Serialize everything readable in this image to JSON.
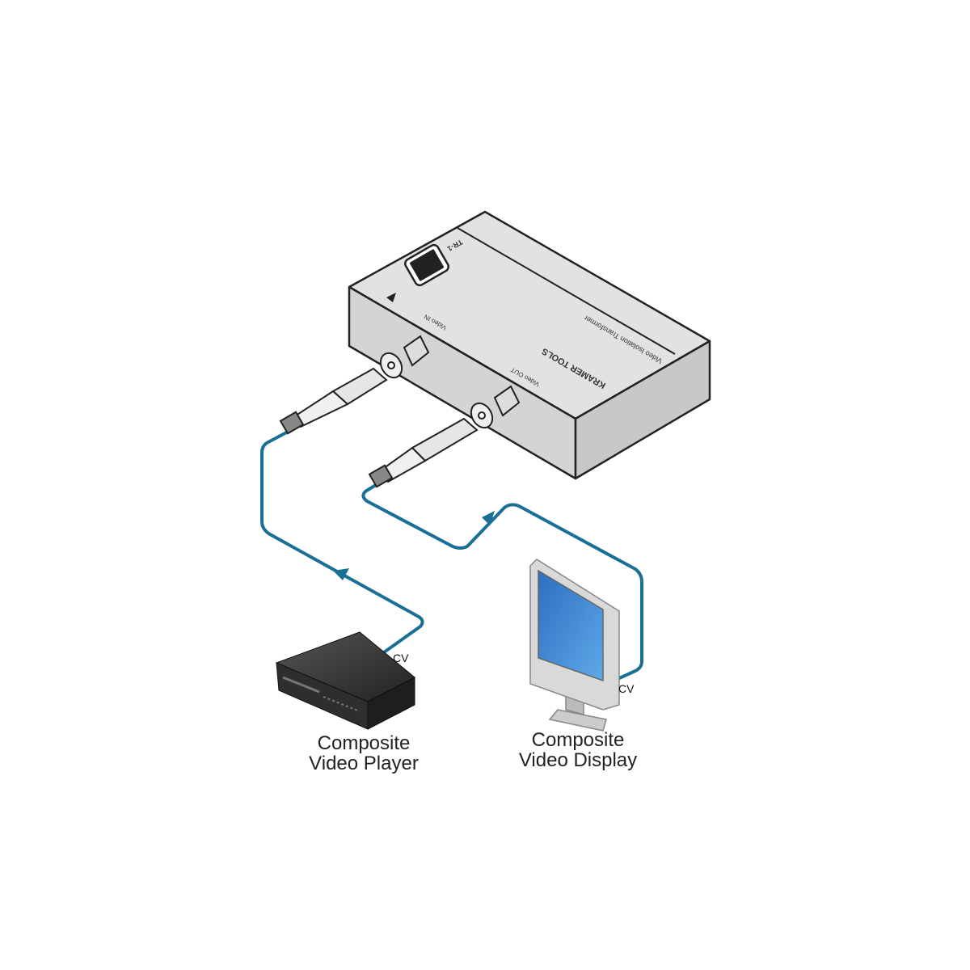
{
  "device": {
    "model": "TR-1",
    "description": "Video Isolation Transformer",
    "brand": "KRAMER TOOLS",
    "port_in": "Video IN",
    "port_out": "Video OUT"
  },
  "source": {
    "label_line1": "Composite",
    "label_line2": "Video Player",
    "port": "CV"
  },
  "display": {
    "label_line1": "Composite",
    "label_line2": "Video Display",
    "port": "CV"
  },
  "colors": {
    "cable": "#1a6f94",
    "device": "#d9d9d9",
    "screen": "#3a86d0",
    "player": "#3a3a3a"
  }
}
